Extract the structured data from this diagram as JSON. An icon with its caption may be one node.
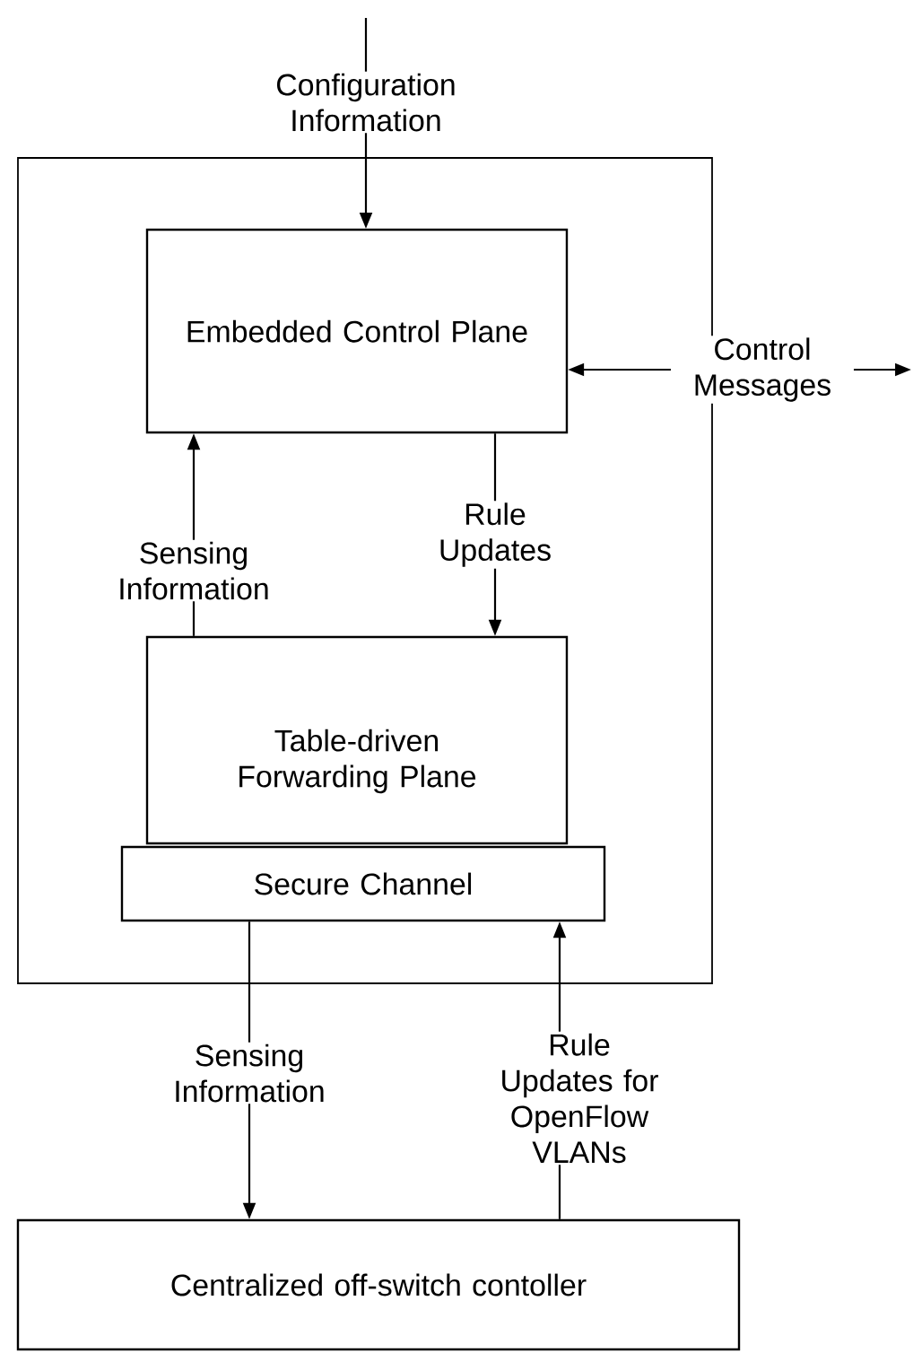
{
  "diagram": {
    "nodes": [
      {
        "text": [],
        "shape": "box"
      },
      {
        "text": [
          "Embedded Control Plane"
        ],
        "in": 0
      },
      {
        "text": [
          "Table-driven Forwarding Plane"
        ],
        "in": 0
      },
      {
        "text": [
          "Secure Channel"
        ],
        "in": 0
      },
      {
        "text": [
          "Centralized off-switch contoller"
        ]
      }
    ],
    "edges": [
      {
        "from": null,
        "to": 1,
        "arrow": "to",
        "label": "Configuration Information"
      },
      {
        "from": 1,
        "to": null,
        "arrow": "both",
        "label": "Control Messages"
      },
      {
        "from": 2,
        "to": 1,
        "arrow": "to",
        "label": "Sensing Information"
      },
      {
        "from": 1,
        "to": 2,
        "arrow": "to",
        "label": "Rule Updates"
      },
      {
        "from": 3,
        "to": 4,
        "arrow": "to",
        "label": "Sensing Information"
      },
      {
        "from": 4,
        "to": 3,
        "arrow": "to",
        "label": "Rule Updates for OpenFlow VLANs"
      }
    ]
  }
}
